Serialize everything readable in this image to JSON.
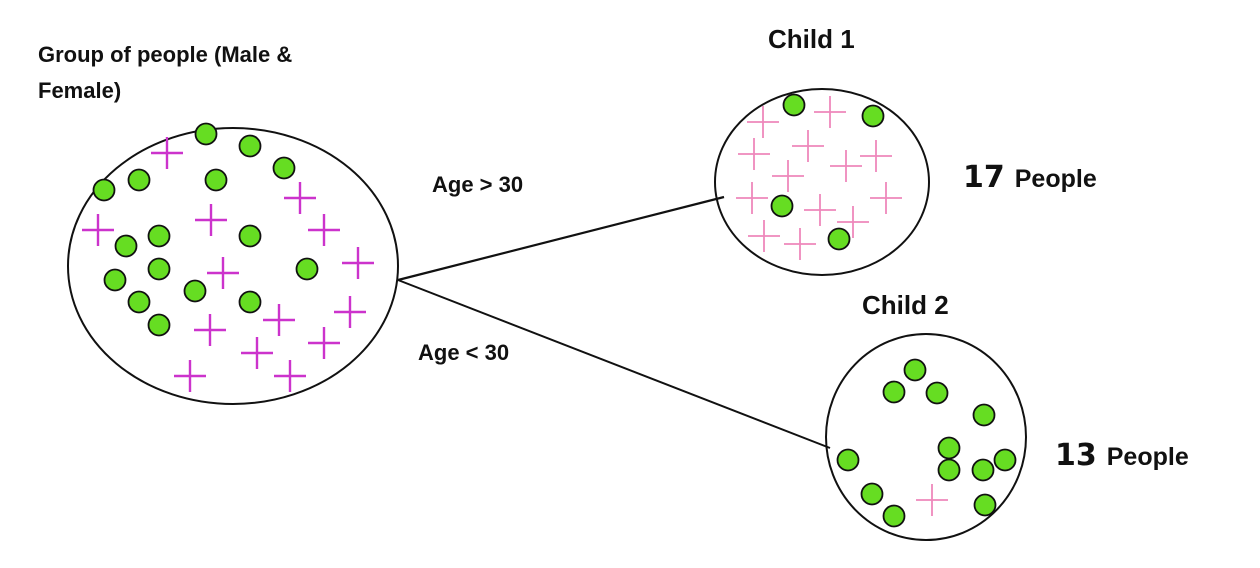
{
  "labels": {
    "root_title_line1": "Group of people (Male &",
    "root_title_line2": "Female)",
    "child1_title": "Child 1",
    "child2_title": "Child 2",
    "edge1": "Age > 30",
    "edge2": "Age < 30",
    "child1_count": "17",
    "child1_count_unit": "People",
    "child2_count": "13",
    "child2_count_unit": "People"
  },
  "colors": {
    "circle_node": "#66dd22",
    "circle_node_stroke": "#111111",
    "plus_node_root": "#cc33cc",
    "plus_node_child": "#ee88bb",
    "outline": "#111111"
  },
  "icons": {
    "circle_marker": "green-circle-icon",
    "plus_marker": "magenta-plus-icon"
  }
}
